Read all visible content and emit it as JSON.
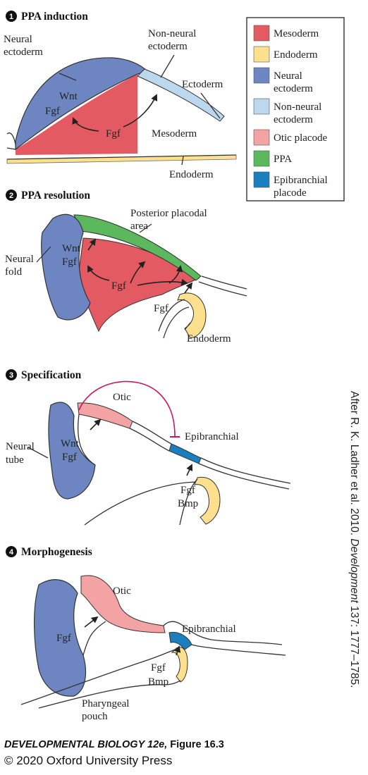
{
  "colors": {
    "mesoderm": "#e45a62",
    "endoderm": "#fde08d",
    "neural_ectoderm": "#6d86c2",
    "non_neural_ectoderm": "#bcd8ee",
    "otic_placode": "#f3a3a3",
    "ppa": "#5cb85c",
    "epibranchial_placode": "#1b7fbf",
    "inhibition": "#c8185a"
  },
  "legend": [
    {
      "label": "Mesoderm",
      "color": "#e45a62"
    },
    {
      "label": "Endoderm",
      "color": "#fde08d"
    },
    {
      "label": "Neural",
      "label2": "ectoderm",
      "color": "#6d86c2"
    },
    {
      "label": "Non-neural",
      "label2": "ectoderm",
      "color": "#bcd8ee"
    },
    {
      "label": "Otic placode",
      "color": "#f3a3a3"
    },
    {
      "label": "PPA",
      "color": "#5cb85c"
    },
    {
      "label": "Epibranchial",
      "label2": "placode",
      "color": "#1b7fbf"
    }
  ],
  "panels": {
    "p1": {
      "number": "1",
      "title": "PPA induction",
      "neural_ectoderm_a": "Neural",
      "neural_ectoderm_b": "ectoderm",
      "non_neural_a": "Non-neural",
      "non_neural_b": "ectoderm",
      "ectoderm": "Ectoderm",
      "wnt": "Wnt",
      "fgf_left": "Fgf",
      "fgf_center": "Fgf",
      "mesoderm": "Mesoderm",
      "endoderm": "Endoderm"
    },
    "p2": {
      "number": "2",
      "title": "PPA resolution",
      "ppa_a": "Posterior placodal",
      "ppa_b": "area",
      "neural_fold_a": "Neural",
      "neural_fold_b": "fold",
      "wnt": "Wnt",
      "fgf_left": "Fgf",
      "fgf_center": "Fgf",
      "fgf_endo": "Fgf",
      "endoderm": "Endoderm"
    },
    "p3": {
      "number": "3",
      "title": "Specification",
      "otic": "Otic",
      "epibranchial": "Epibranchial",
      "neural_tube_a": "Neural",
      "neural_tube_b": "tube",
      "wnt": "Wnt",
      "fgf_left": "Fgf",
      "fgf_endo": "Fgf",
      "bmp": "Bmp"
    },
    "p4": {
      "number": "4",
      "title": "Morphogenesis",
      "otic": "Otic",
      "epibranchial": "Epibranchial",
      "fgf_left": "Fgf",
      "fgf_endo": "Fgf",
      "bmp": "Bmp",
      "pharyngeal_a": "Pharyngeal",
      "pharyngeal_b": "pouch"
    }
  },
  "credit_side_a": "After R. K. Ladher et al. 2010. ",
  "credit_side_b": "Development",
  "credit_side_c": " 137: 1777–1785.",
  "footer": {
    "book": "DEVELOPMENTAL BIOLOGY 12e, ",
    "figure": "Figure 16.3",
    "copyright": "© 2020 Oxford University Press"
  }
}
